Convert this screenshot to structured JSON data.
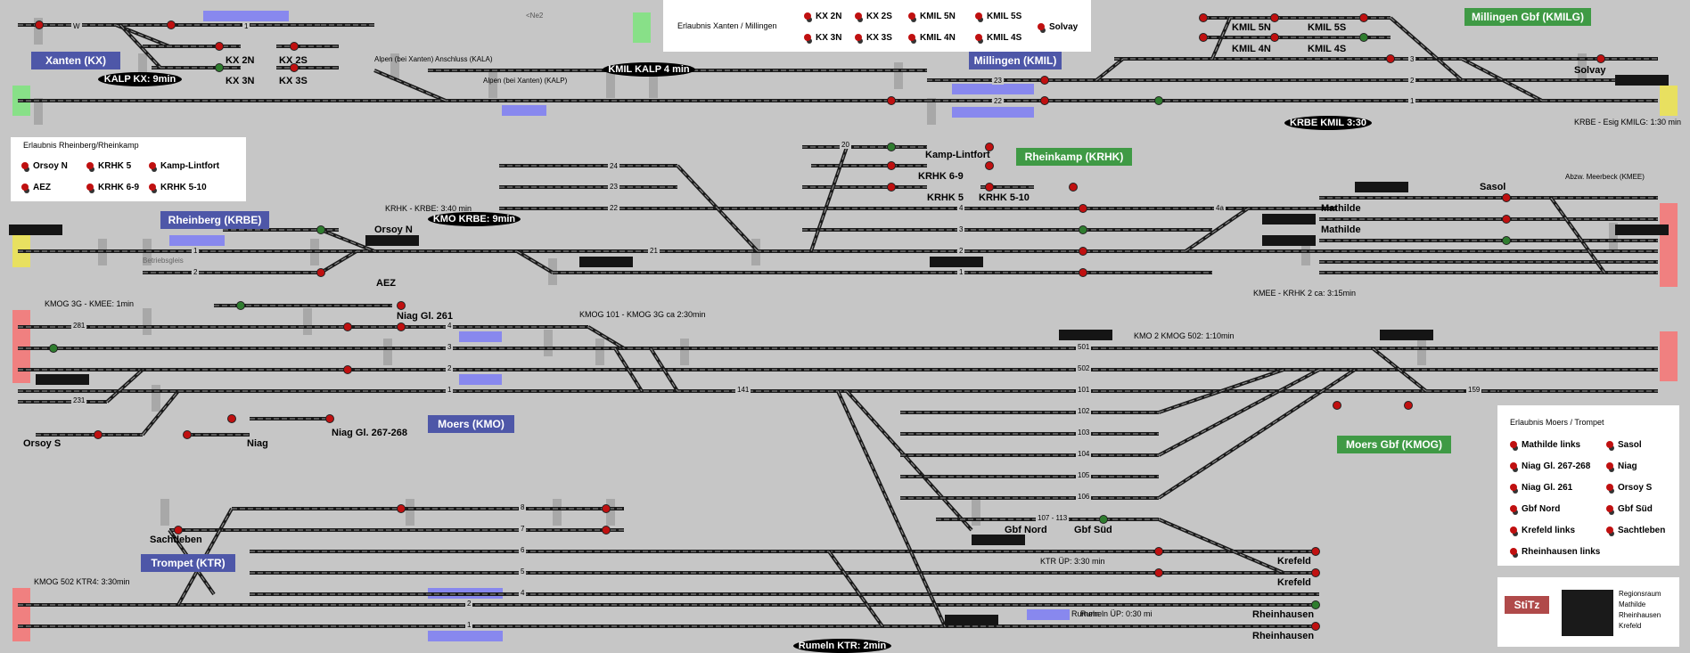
{
  "stations": {
    "xanten": "Xanten (KX)",
    "millingen": "Millingen (KMIL)",
    "millingen_gbf": "Millingen Gbf (KMILG)",
    "rheinberg": "Rheinberg (KRBE)",
    "rheinkamp": "Rheinkamp (KRHK)",
    "moers": "Moers (KMO)",
    "moers_gbf": "Moers Gbf (KMOG)",
    "trompet": "Trompet (KTR)",
    "stitz": "StiTz"
  },
  "ovals": {
    "kalp_kx": "KALP KX: 9min",
    "kmil_kalp": "KMIL KALP 4 min",
    "krbe_kmil": "KRBE KMIL 3:30",
    "kmo_krbe": "KMO KRBE: 9min",
    "rumeln_ktr": "Rumeln KTR: 2min"
  },
  "legend_xanten": {
    "title": "Erlaubnis Xanten / Millingen",
    "items": [
      "KX 2N",
      "KX 2S",
      "KMIL 5N",
      "KMIL 5S",
      "Solvay",
      "KX 3N",
      "KX 3S",
      "KMIL 4N",
      "KMIL 4S"
    ]
  },
  "legend_rheinberg": {
    "title": "Erlaubnis Rheinberg/Rheinkamp",
    "items": [
      "Orsoy N",
      "KRHK 5",
      "Kamp-Lintfort",
      "AEZ",
      "KRHK 6-9",
      "KRHK 5-10"
    ]
  },
  "legend_moers": {
    "title": "Erlaubnis Moers / Trompet",
    "items": [
      "Mathilde links",
      "Sasol",
      "Niag Gl. 267-268",
      "Niag",
      "Niag Gl. 261",
      "Orsoy S",
      "Gbf Nord",
      "Gbf Süd",
      "Krefeld links",
      "Sachtleben",
      "Rheinhausen links"
    ]
  },
  "stitz_list": [
    "Regionsraum",
    "Mathilde",
    "Rheinhausen",
    "Krefeld"
  ],
  "times": {
    "krhk_krbe": "KRHK - KRBE: 3:40 min",
    "kmog3g_kmee": "KMOG 3G - KMEE: 1min",
    "kmog101": "KMOG 101 - KMOG 3G ca 2:30min",
    "kmo2_kmog502": "KMO 2 KMOG 502: 1:10min",
    "kmee_krhk": "KMEE - KRHK 2 ca: 3:15min",
    "krbe_esig": "KRBE - Esig KMILG: 1:30 min",
    "kmog502_ktr4": "KMOG 502 KTR4: 3:30min",
    "ktr_up": "KTR ÜP: 3:30 min",
    "rumeln_up": "Rumeln ÜP: 0:30 mi"
  },
  "places": {
    "alpen_kala": "Alpen (bei Xanten) Anschluss    (KALA)",
    "alpen_kalp": "Alpen (bei Xanten) (KALP)",
    "ne2": "<Ne2",
    "abzw": "Abzw. Meerbeck (KMEE)",
    "betriebsgleis": "Betriebsgleis"
  },
  "blabels": {
    "kx2n": "KX 2N",
    "kx3n": "KX 3N",
    "kx2s": "KX 2S",
    "kx3s": "KX 3S",
    "kmil5n": "KMIL 5N",
    "kmil4n": "KMIL 4N",
    "kmil5s": "KMIL 5S",
    "kmil4s": "KMIL 4S",
    "solvay": "Solvay",
    "kamp_lintfort": "Kamp-Lintfort",
    "krhk69": "KRHK 6-9",
    "krhk5": "KRHK 5",
    "krhk510": "KRHK 5-10",
    "orsoy_n": "Orsoy N",
    "aez": "AEZ",
    "sasol": "Sasol",
    "mathilde1": "Mathilde",
    "mathilde2": "Mathilde",
    "niag261": "Niag Gl. 261",
    "niag267": "Niag Gl. 267-268",
    "niag": "Niag",
    "orsoy_s": "Orsoy S",
    "gbf_nord": "Gbf Nord",
    "gbf_sued": "Gbf Süd",
    "sachtleben": "Sachtleben",
    "krefeld1": "Krefeld",
    "krefeld2": "Krefeld",
    "rheinhausen1": "Rheinhausen",
    "rheinhausen2": "Rheinhausen",
    "rumeln": "Rumeln"
  },
  "tracks": {
    "w": "W",
    "x1": "1",
    "m23": "23",
    "m22": "22",
    "g3": "3",
    "g2": "2",
    "g1": "1",
    "r24": "24",
    "r23": "23",
    "r22": "22",
    "r21": "21",
    "r20": "20",
    "rb1": "1",
    "rb2": "2",
    "k4": "4",
    "k3": "3",
    "k2": "2",
    "k1": "1",
    "k4a": "4a",
    "m281": "281",
    "m231": "231",
    "mo4": "4",
    "mo3": "3",
    "mo2": "2",
    "mo1": "1",
    "g501": "501",
    "g502": "502",
    "g101": "101",
    "g102": "102",
    "g103": "103",
    "g104": "104",
    "g105": "105",
    "g106": "106",
    "g107": "107 - 113",
    "g141": "141",
    "g159": "159",
    "t8": "8",
    "t7": "7",
    "t6": "6",
    "t5": "5",
    "t4": "4",
    "t2": "2",
    "t1": "1"
  },
  "colors": {
    "background": "#c6c6c6",
    "station_blue": "#4e57a8",
    "station_green": "#3f9a45",
    "signal_red": "#c01010",
    "signal_green": "#2f7d2f",
    "track_dark": "#1a1a1a",
    "occupied_blue": "#8888ee",
    "end_green": "#88e088",
    "end_yellow": "#e8e060",
    "end_red": "#f08080",
    "platform_gray": "#a8a8a8"
  }
}
